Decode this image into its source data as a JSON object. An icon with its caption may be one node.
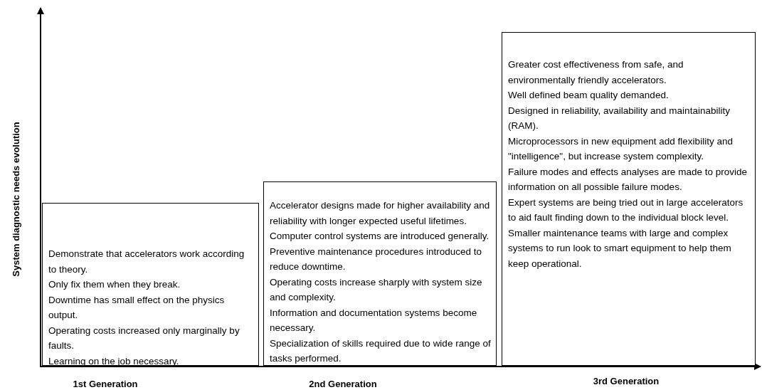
{
  "diagram": {
    "nodes": [
      {
        "text": [
          "Demonstrate that accelerators work according to theory.",
          "Only fix them when they break.",
          "Downtime has small effect on the physics output.",
          "Operating costs increased only marginally by faults.",
          "Learning on the job necessary."
        ]
      },
      {
        "text": [
          "Accelerator designs made for higher availability and reliability with longer expected useful lifetimes.",
          "Computer control systems are introduced generally.",
          "Preventive maintenance procedures introduced to reduce downtime.",
          "Operating costs increase sharply with system size and complexity.",
          "Information and documentation systems become necessary.",
          "Specialization of skills required due to wide range of tasks performed."
        ]
      },
      {
        "text": [
          "Greater cost effectiveness from safe, and environmentally friendly accelerators.",
          "Well defined beam quality demanded.",
          "Designed in reliability, availability and maintainability (RAM).",
          "Microprocessors in new equipment add flexibility and \"intelligence\", but increase system complexity.",
          "Failure modes and effects analyses are made to provide information on all possible failure modes.",
          "Expert systems are being tried out in large accelerators to aid fault finding down to the individual block level.",
          "Smaller maintenance teams with large and complex systems to run look to smart equipment to help them keep operational."
        ]
      }
    ],
    "labels": [
      "System diagnostic needs evolution",
      "1st Generation",
      "2nd Generation",
      "3rd Generation"
    ]
  }
}
